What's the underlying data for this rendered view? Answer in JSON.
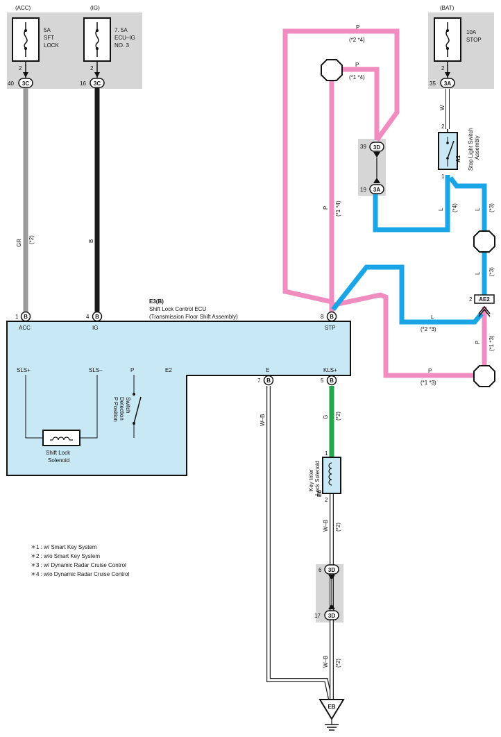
{
  "colors": {
    "pink": "#f08cc0",
    "blue": "#1aa6e6",
    "gray": "#9a9a9a",
    "black": "#1a1a1a",
    "green": "#22a84a",
    "ecu_fill": "#c8e8f6",
    "fuse_box": "#d6d6d6"
  },
  "fuses": {
    "acc": {
      "source": "(ACC)",
      "rating": "5A",
      "name1": "SFT",
      "name2": "LOCK",
      "pin": "2",
      "conn_no": "40",
      "conn": "3C"
    },
    "ig": {
      "source": "(IG)",
      "rating": "7. 5A",
      "name1": "ECU–IG",
      "name2": "NO. 3",
      "pin": "2",
      "conn_no": "16",
      "conn": "3C"
    },
    "bat": {
      "source": "(BAT)",
      "rating": "10A",
      "name1": "STOP",
      "pin": "2",
      "conn_no": "35",
      "conn": "3A"
    }
  },
  "ecu": {
    "code": "E3(B)",
    "name": "Shift Lock Control ECU",
    "sub": "(Transmission Floor Shift Assembly)",
    "conn": "B",
    "pins": {
      "acc": {
        "no": "1",
        "label": "ACC"
      },
      "ig": {
        "no": "4",
        "label": "IG"
      },
      "stp": {
        "no": "8",
        "label": "STP"
      },
      "e": {
        "no": "7",
        "label": "E"
      },
      "kls": {
        "no": "5",
        "label": "KLS+"
      }
    },
    "inner": {
      "sls_plus": "SLS+",
      "sls_minus": "SLS–",
      "p": "P",
      "e2": "E2",
      "solenoid1": "Shift Lock",
      "solenoid2": "Solenoid",
      "pswitch1": "P Position",
      "pswitch2": "Detection",
      "pswitch3": "Switch"
    }
  },
  "stop_switch": {
    "code": "A1",
    "name1": "Stop Light Switch",
    "name2": "Assembly",
    "pin_top": "2",
    "pin_bottom": "1"
  },
  "key_solenoid": {
    "code": "E6",
    "name1": "Key Inter",
    "name2": "Lock Solenoid",
    "pin_top": "1",
    "pin_bottom": "2"
  },
  "connectors": {
    "c39": {
      "no": "39",
      "id": "3D"
    },
    "c19": {
      "no": "19",
      "id": "3A"
    },
    "c6": {
      "no": "6",
      "id": "3D"
    },
    "c17": {
      "no": "17",
      "id": "3D"
    },
    "ae2": {
      "no": "2",
      "id": "AE2"
    }
  },
  "ground": "EB",
  "wires": {
    "gr": "GR",
    "b": "B",
    "w": "W",
    "p": "P",
    "l": "L",
    "g": "G",
    "wb": "W–B"
  },
  "conditions": {
    "c2": "(*2)",
    "c24": "(*2 *4)",
    "c14": "(*1 *4)",
    "c4": "(*4)",
    "c3": "(*3)",
    "c23": "(*2 *3)",
    "c13": "(*1 *3)"
  },
  "legend": [
    "＊1 : w/ Smart Key System",
    "＊2 : w/o Smart Key System",
    "＊3 : w/ Dynamic Radar Cruise Control",
    "＊4 : w/o Dynamic Radar Cruise Control"
  ]
}
